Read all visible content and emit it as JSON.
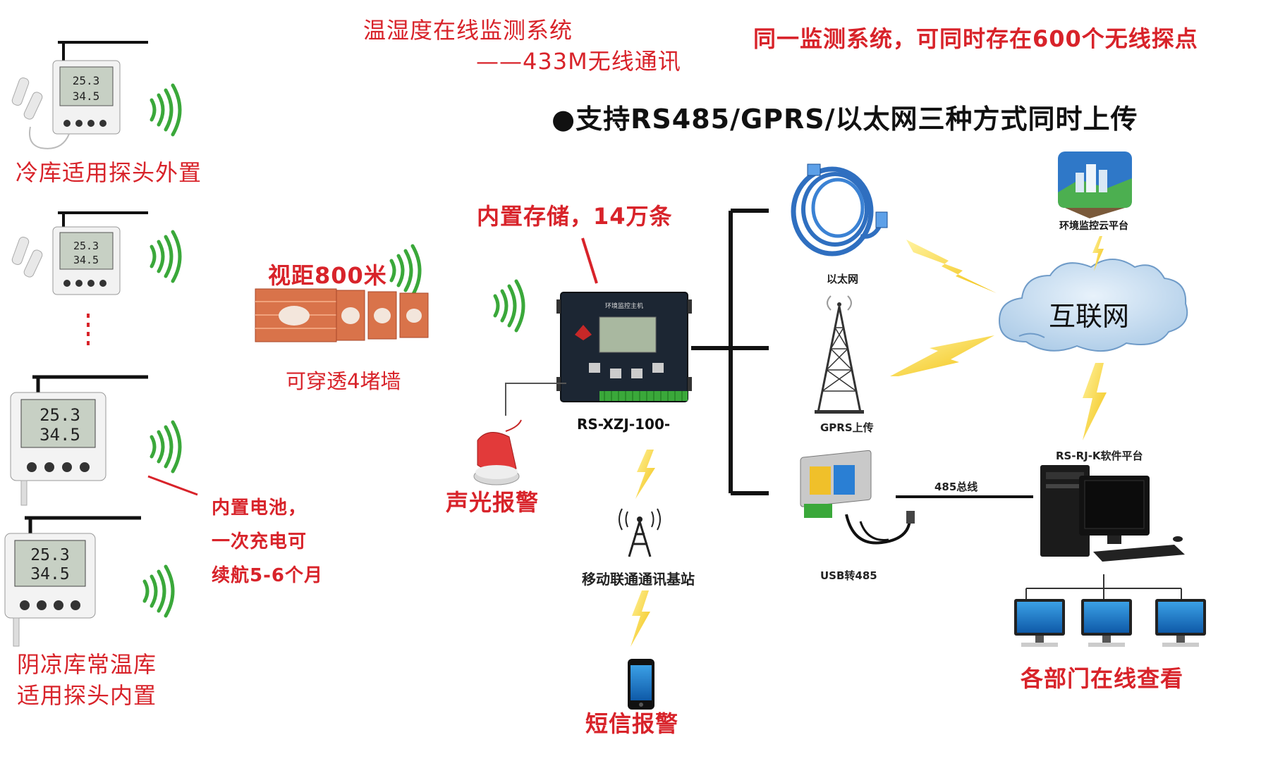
{
  "titles": {
    "system": "温湿度在线监测系统",
    "wireless": "——433M无线通讯",
    "capacity": "同一监测系统，可同时存在600个无线探点",
    "upload": "●支持RS485/GPRS/以太网三种方式同时上传"
  },
  "sensors": {
    "cold_storage": "冷库适用探头外置",
    "cool_storage_line1": "阴凉库常温库",
    "cool_storage_line2": "适用探头内置",
    "display_temp": "25.3",
    "display_hum": "34.5",
    "battery_line1": "内置电池，",
    "battery_line2": "一次充电可",
    "battery_line3": "续航5-6个月"
  },
  "wall": {
    "distance": "视距800米",
    "penetrate": "可穿透4堵墙"
  },
  "host": {
    "storage": "内置存储，14万条",
    "model": "RS-XZJ-100-",
    "panel_title": "环境监控主机"
  },
  "alarms": {
    "sound_light": "声光报警",
    "base_station": "移动联通通讯基站",
    "sms": "短信报警"
  },
  "network": {
    "ethernet": "以太网",
    "gprs": "GPRS上传",
    "usb485": "USB转485",
    "bus485": "485总线",
    "internet": "互联网",
    "cloud": "环境监控云平台",
    "software": "RS-RJ-K软件平台",
    "departments": "各部门在线查看"
  },
  "colors": {
    "accent_red": "#d8232a",
    "signal_green": "#3aa83a",
    "bolt_yellow": "#f2d21b",
    "cable_blue": "#2f6fc0",
    "cloud_blue": "#cfe3f5"
  }
}
